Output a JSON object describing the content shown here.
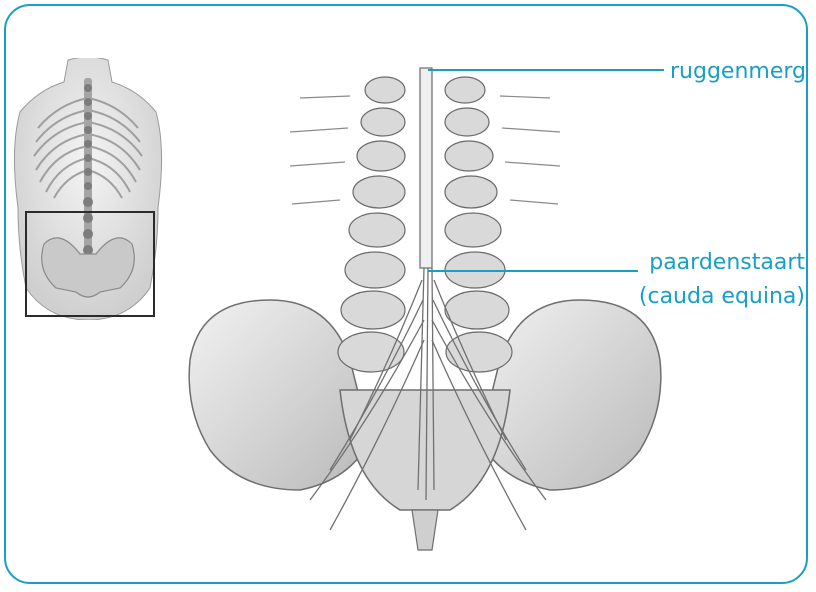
{
  "diagram": {
    "labels": {
      "spinal_cord": "ruggenmerg",
      "cauda_equina_line1": "paardenstaart",
      "cauda_equina_line2": "(cauda equina)"
    },
    "accent_color": "#1a9fc4",
    "frame_color": "#1a9fc4"
  }
}
